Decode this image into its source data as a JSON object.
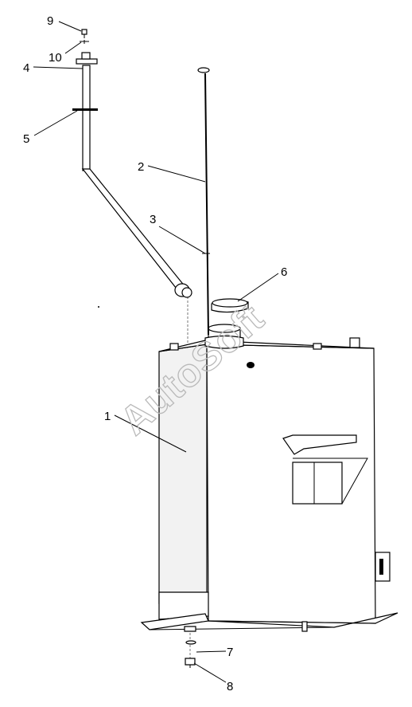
{
  "watermark": {
    "text": "AutoSoft",
    "color": "#b9b9b9"
  },
  "callouts": [
    {
      "id": "9",
      "label": "9"
    },
    {
      "id": "10",
      "label": "10"
    },
    {
      "id": "4",
      "label": "4"
    },
    {
      "id": "5",
      "label": "5"
    },
    {
      "id": "2",
      "label": "2"
    },
    {
      "id": "3",
      "label": "3"
    },
    {
      "id": "6",
      "label": "6"
    },
    {
      "id": "1",
      "label": "1"
    },
    {
      "id": "7",
      "label": "7"
    },
    {
      "id": "8",
      "label": "8"
    }
  ]
}
